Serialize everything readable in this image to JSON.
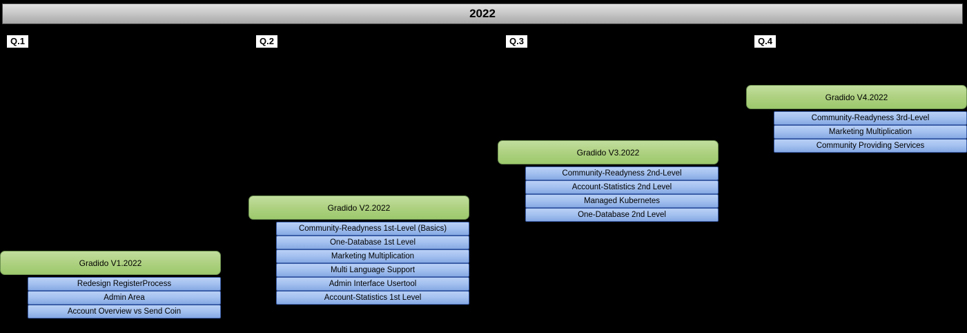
{
  "title": "2022",
  "quarters": [
    {
      "label": "Q.1",
      "release": "Gradido V1.2022",
      "items": [
        "Redesign RegisterProcess",
        "Admin Area",
        "Account Overview vs Send Coin"
      ]
    },
    {
      "label": "Q.2",
      "release": "Gradido V2.2022",
      "items": [
        "Community-Readyness 1st-Level (Basics)",
        "One-Database 1st Level",
        "Marketing Multiplication",
        "Multi Language Support",
        "Admin Interface Usertool",
        "Account-Statistics 1st Level"
      ]
    },
    {
      "label": "Q.3",
      "release": "Gradido V3.2022",
      "items": [
        "Community-Readyness 2nd-Level",
        "Account-Statistics 2nd Level",
        "Managed Kubernetes",
        "One-Database 2nd Level"
      ]
    },
    {
      "label": "Q.4",
      "release": "Gradido V4.2022",
      "items": [
        "Community-Readyness 3rd-Level",
        "Marketing Multiplication",
        "Community Providing Services"
      ]
    }
  ],
  "colors": {
    "background": "#000000",
    "year_bar": "#c9c9c9",
    "release_green": "#aed181",
    "release_border": "#6d9150",
    "item_blue": "#a3c0ef",
    "item_border": "#3b5ea8",
    "quarter_label_bg": "#ffffff",
    "text": "#000000"
  }
}
